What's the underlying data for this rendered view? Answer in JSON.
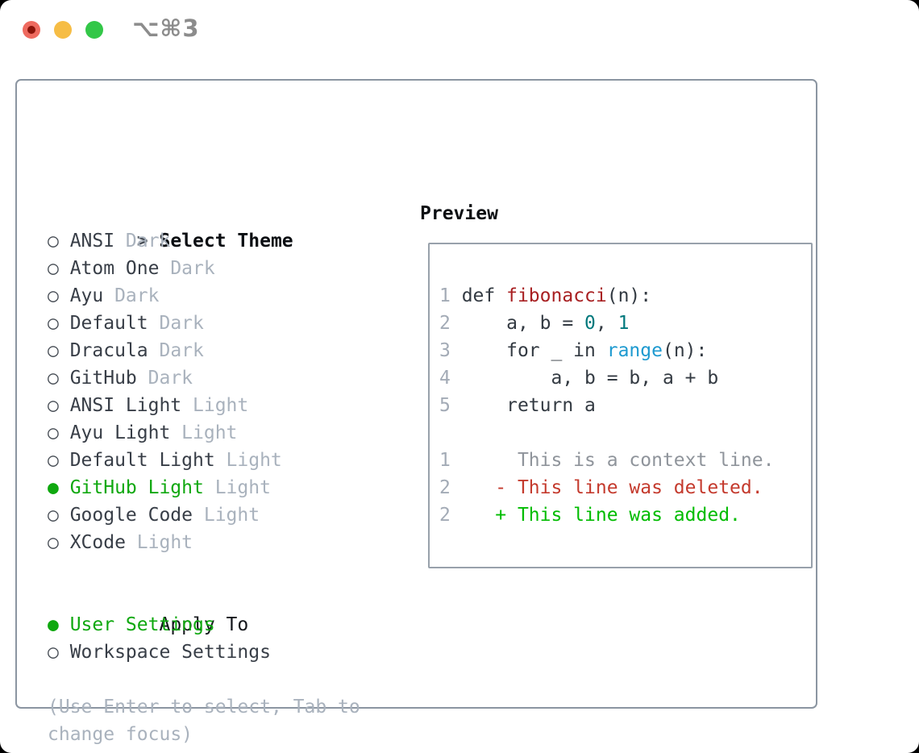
{
  "window": {
    "title": "⌥⌘3",
    "traffic_lights": {
      "close_color": "#ee6a5f",
      "close_dot_color": "#8a1309",
      "minimize_color": "#f6bd45",
      "zoom_color": "#33c748"
    }
  },
  "theme_panel": {
    "header": {
      "marker": ">",
      "label": "Select Theme"
    },
    "marker_unselected": "○",
    "marker_selected": "●",
    "items": [
      {
        "label": "ANSI",
        "tag": "Dark",
        "selected": false
      },
      {
        "label": "Atom One",
        "tag": "Dark",
        "selected": false
      },
      {
        "label": "Ayu",
        "tag": "Dark",
        "selected": false
      },
      {
        "label": "Default",
        "tag": "Dark",
        "selected": false
      },
      {
        "label": "Dracula",
        "tag": "Dark",
        "selected": false
      },
      {
        "label": "GitHub",
        "tag": "Dark",
        "selected": false
      },
      {
        "label": "ANSI Light",
        "tag": "Light",
        "selected": false
      },
      {
        "label": "Ayu Light",
        "tag": "Light",
        "selected": false
      },
      {
        "label": "Default Light",
        "tag": "Light",
        "selected": false
      },
      {
        "label": "GitHub Light",
        "tag": "Light",
        "selected": true
      },
      {
        "label": "Google Code",
        "tag": "Light",
        "selected": false
      },
      {
        "label": "XCode",
        "tag": "Light",
        "selected": false
      }
    ],
    "apply_to": {
      "header": "Apply To",
      "options": [
        {
          "label": "User Settings",
          "selected": true
        },
        {
          "label": "Workspace Settings",
          "selected": false
        }
      ]
    },
    "hint": "(Use Enter to select, Tab to change focus)"
  },
  "preview": {
    "header": "Preview",
    "code_lines": [
      {
        "num": "1",
        "segs": [
          {
            "t": " def ",
            "c": "plain"
          },
          {
            "t": "fibonacci",
            "c": "func"
          },
          {
            "t": "(n):",
            "c": "plain"
          }
        ]
      },
      {
        "num": "2",
        "segs": [
          {
            "t": "     a, b = ",
            "c": "plain"
          },
          {
            "t": "0",
            "c": "num"
          },
          {
            "t": ", ",
            "c": "plain"
          },
          {
            "t": "1",
            "c": "num"
          }
        ]
      },
      {
        "num": "3",
        "segs": [
          {
            "t": "     for _ in ",
            "c": "plain"
          },
          {
            "t": "range",
            "c": "builtin"
          },
          {
            "t": "(n):",
            "c": "plain"
          }
        ]
      },
      {
        "num": "4",
        "segs": [
          {
            "t": "         a, b = b, a + b",
            "c": "plain"
          }
        ]
      },
      {
        "num": "5",
        "segs": [
          {
            "t": "     return a",
            "c": "plain"
          }
        ]
      },
      {
        "num": "",
        "segs": []
      },
      {
        "num": "1",
        "segs": [
          {
            "t": "      This is a context line.",
            "c": "ctx"
          }
        ]
      },
      {
        "num": "2",
        "segs": [
          {
            "t": "    ",
            "c": "plain"
          },
          {
            "t": "- This line was deleted.",
            "c": "del"
          }
        ]
      },
      {
        "num": "2",
        "segs": [
          {
            "t": "    ",
            "c": "plain"
          },
          {
            "t": "+ This line was added.",
            "c": "add"
          }
        ]
      }
    ]
  },
  "colors": {
    "accent_green": "#0fa80f",
    "item_text": "#383e47",
    "tag_gray": "#a9b2bd",
    "border_gray": "#8b95a1",
    "code_plain": "#333a42",
    "code_func_red": "#a82022",
    "code_number_teal": "#00787c",
    "code_builtin_blue": "#1e9ad0",
    "diff_context": "#8f949b",
    "diff_deleted": "#c43a2d",
    "diff_added": "#00bc00"
  }
}
